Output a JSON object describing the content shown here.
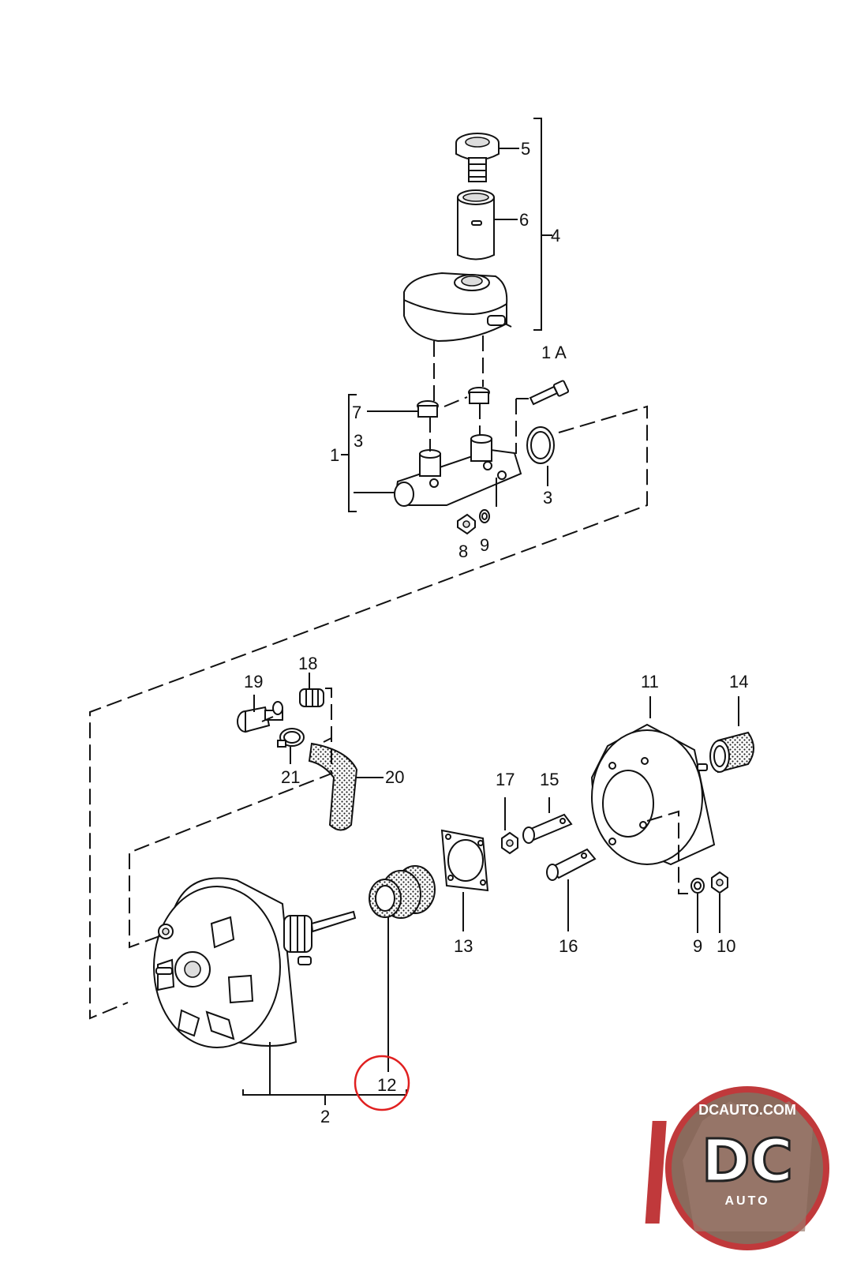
{
  "diagram": {
    "callouts": {
      "c1": "1",
      "c1a": "1 A",
      "c2": "2",
      "c3_left": "3",
      "c3_right": "3",
      "c4": "4",
      "c5": "5",
      "c6": "6",
      "c7": "7",
      "c8": "8",
      "c9_top": "9",
      "c9_bottom": "9",
      "c10": "10",
      "c11": "11",
      "c12": "12",
      "c13": "13",
      "c14": "14",
      "c15": "15",
      "c16": "16",
      "c17": "17",
      "c18": "18",
      "c19": "19",
      "c20": "20",
      "c21": "21"
    },
    "highlighted_callout": "12",
    "highlight_color": "#e02020"
  },
  "logo": {
    "top_text": "DCAUTO.COM",
    "main_text": "DC",
    "bottom_text": "AUTO",
    "ring_color": "#c0393b"
  }
}
